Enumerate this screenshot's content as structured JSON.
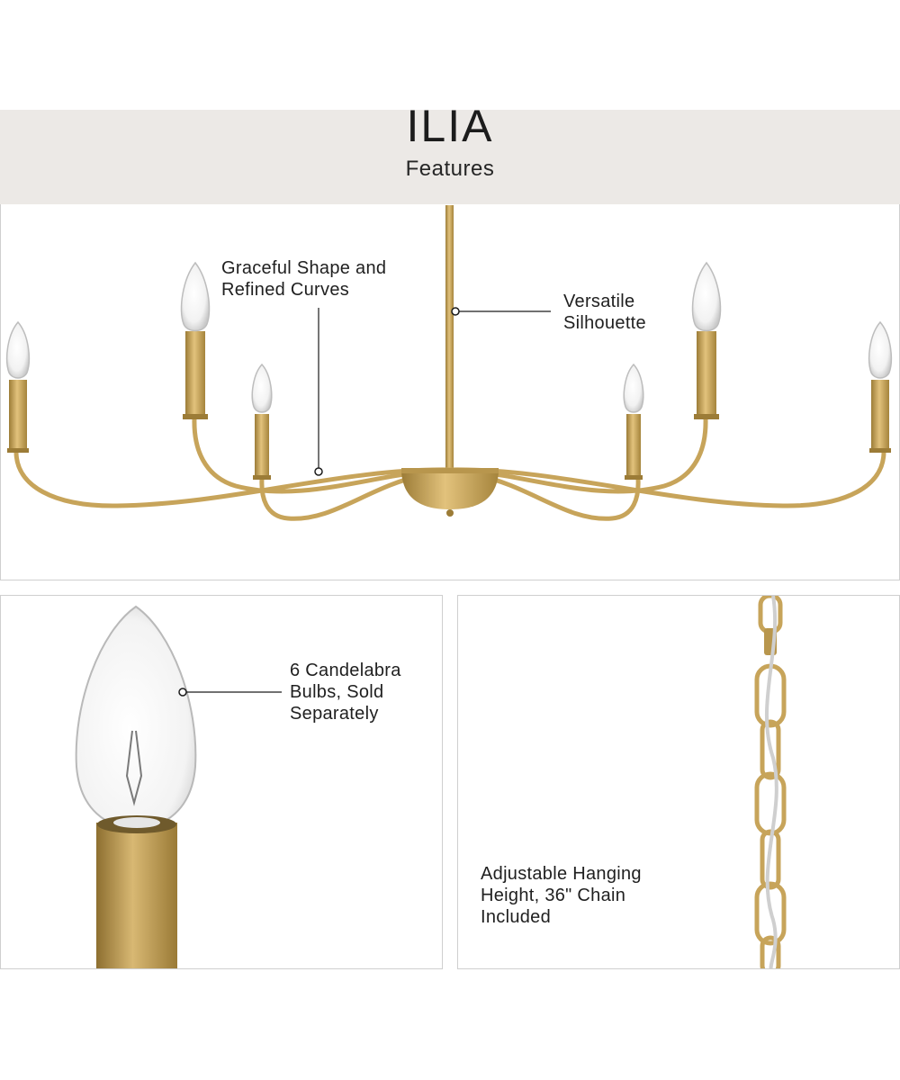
{
  "header": {
    "title": "ILIA",
    "subtitle": "Features"
  },
  "features": {
    "shape": "Graceful Shape and\nRefined Curves",
    "silhouette": "Versatile\nSilhouette",
    "bulbs": "6 Candelabra\nBulbs, Sold\nSeparately",
    "chain": "Adjustable Hanging\nHeight, 36\" Chain\nIncluded"
  },
  "colors": {
    "brass": "#c7a45a",
    "brass_dark": "#9c7c37",
    "band": "#ece9e6",
    "line": "#1c1c1c"
  }
}
